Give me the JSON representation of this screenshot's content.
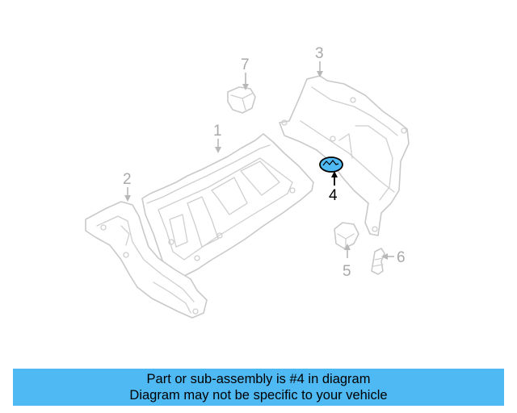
{
  "diagram": {
    "callouts": [
      "1",
      "2",
      "3",
      "4",
      "5",
      "6",
      "7"
    ],
    "highlighted_part": "4",
    "highlight_color": "#4fb9f4"
  },
  "banner": {
    "line1": "Part or sub-assembly is #4 in diagram",
    "line2": "Diagram may not be specific to your vehicle",
    "background": "#4fb9f4"
  }
}
